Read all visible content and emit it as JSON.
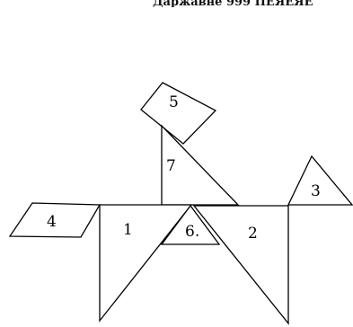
{
  "header_text": "Даржавне 999 ПЕЯЕЯЕ",
  "pieces": [
    {
      "id": "1",
      "label": "1"
    },
    {
      "id": "2",
      "label": "2"
    },
    {
      "id": "3",
      "label": "3"
    },
    {
      "id": "4",
      "label": "4"
    },
    {
      "id": "5",
      "label": "5"
    },
    {
      "id": "6",
      "label": "6."
    },
    {
      "id": "7",
      "label": "7"
    }
  ]
}
